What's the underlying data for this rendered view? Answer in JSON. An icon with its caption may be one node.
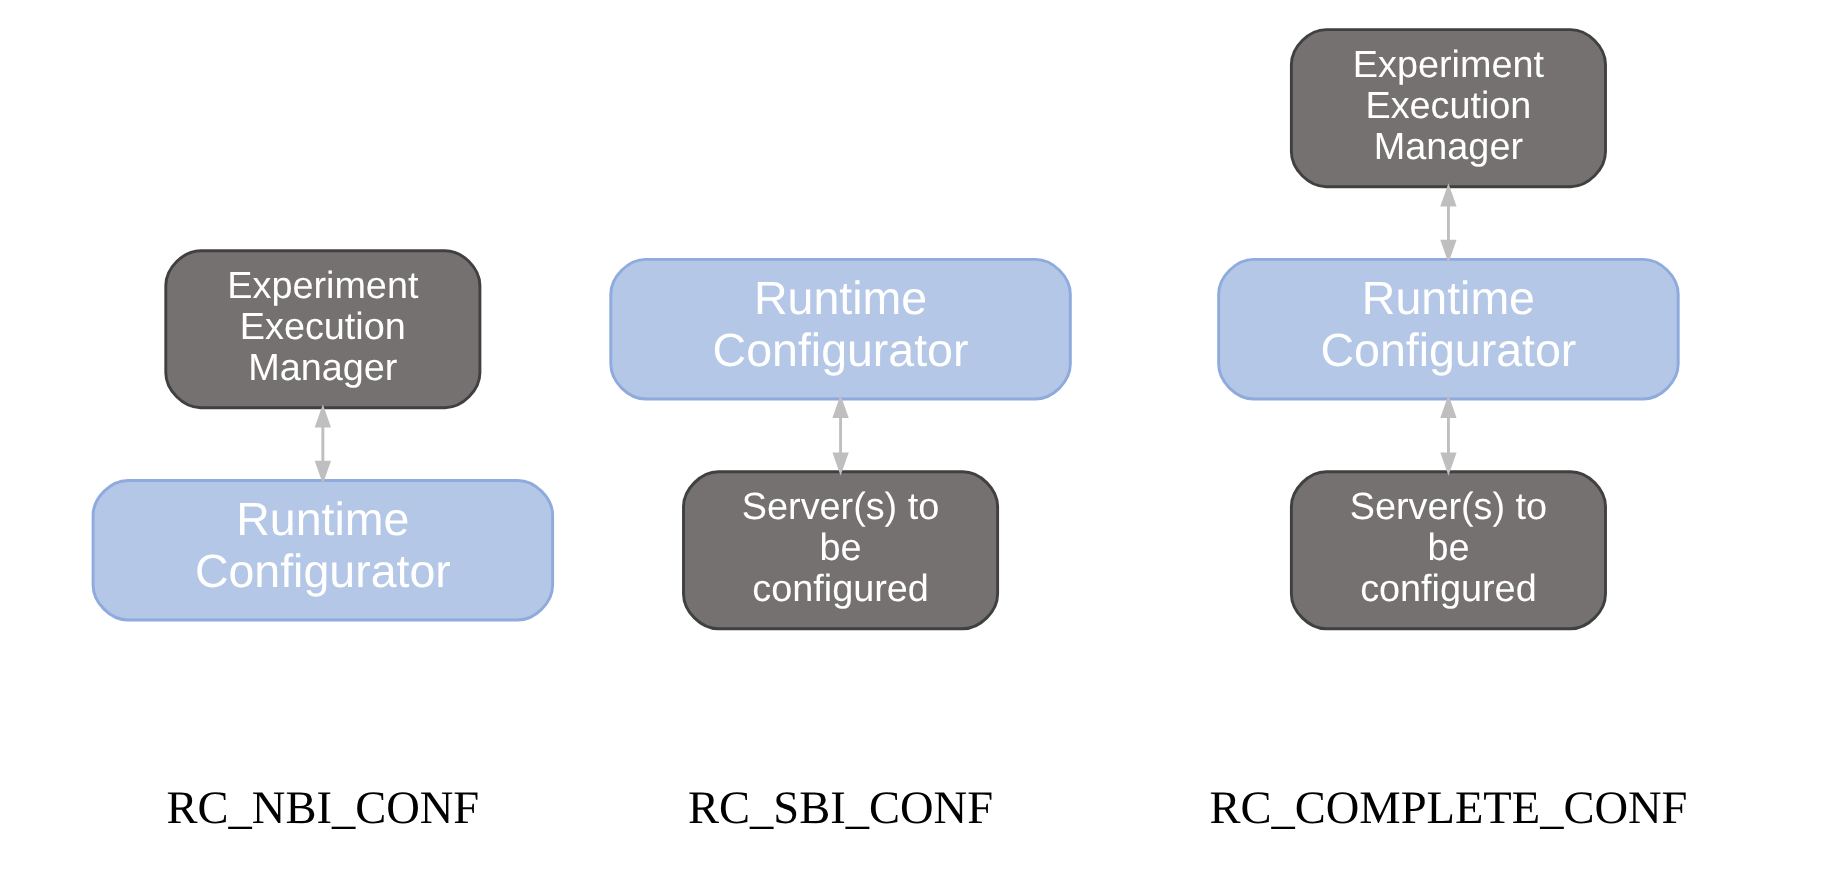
{
  "diagram": {
    "nodes": [
      {
        "text": [
          "Experiment Execution Manager"
        ]
      },
      {
        "text": [
          "Runtime Configurator"
        ]
      },
      {
        "text": [
          "Runtime Configurator"
        ]
      },
      {
        "text": [
          "Server(s) to be configured"
        ]
      },
      {
        "text": [
          "Experiment Execution Manager"
        ]
      },
      {
        "text": [
          "Runtime Configurator"
        ]
      },
      {
        "text": [
          "Server(s) to be configured"
        ]
      }
    ],
    "edges": [
      {
        "from": 0,
        "to": 1,
        "arrow": "both"
      },
      {
        "from": 2,
        "to": 3,
        "arrow": "both"
      },
      {
        "from": 4,
        "to": 5,
        "arrow": "both"
      },
      {
        "from": 5,
        "to": 6,
        "arrow": "both"
      }
    ],
    "labels": [
      "RC_NBI_CONF",
      "RC_SBI_CONF",
      "RC_COMPLETE_CONF"
    ]
  }
}
